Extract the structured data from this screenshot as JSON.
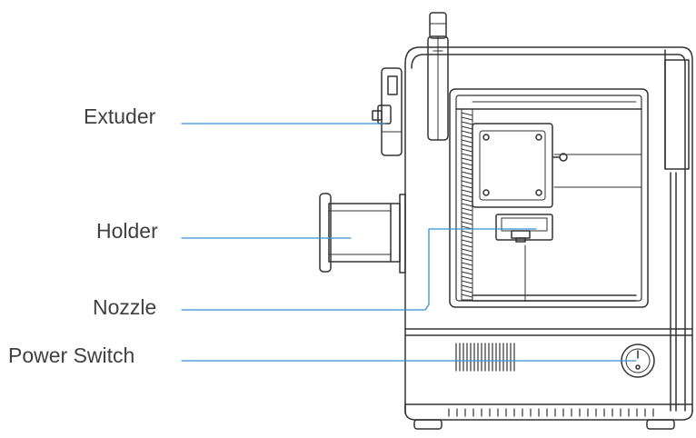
{
  "labels": {
    "extruder": "Extuder",
    "holder": "Holder",
    "nozzle": "Nozzle",
    "power_switch": "Power Switch"
  },
  "colors": {
    "leader_line": "#3a8fd6",
    "outline": "#333333",
    "label_text": "#404040",
    "background": "#ffffff"
  }
}
